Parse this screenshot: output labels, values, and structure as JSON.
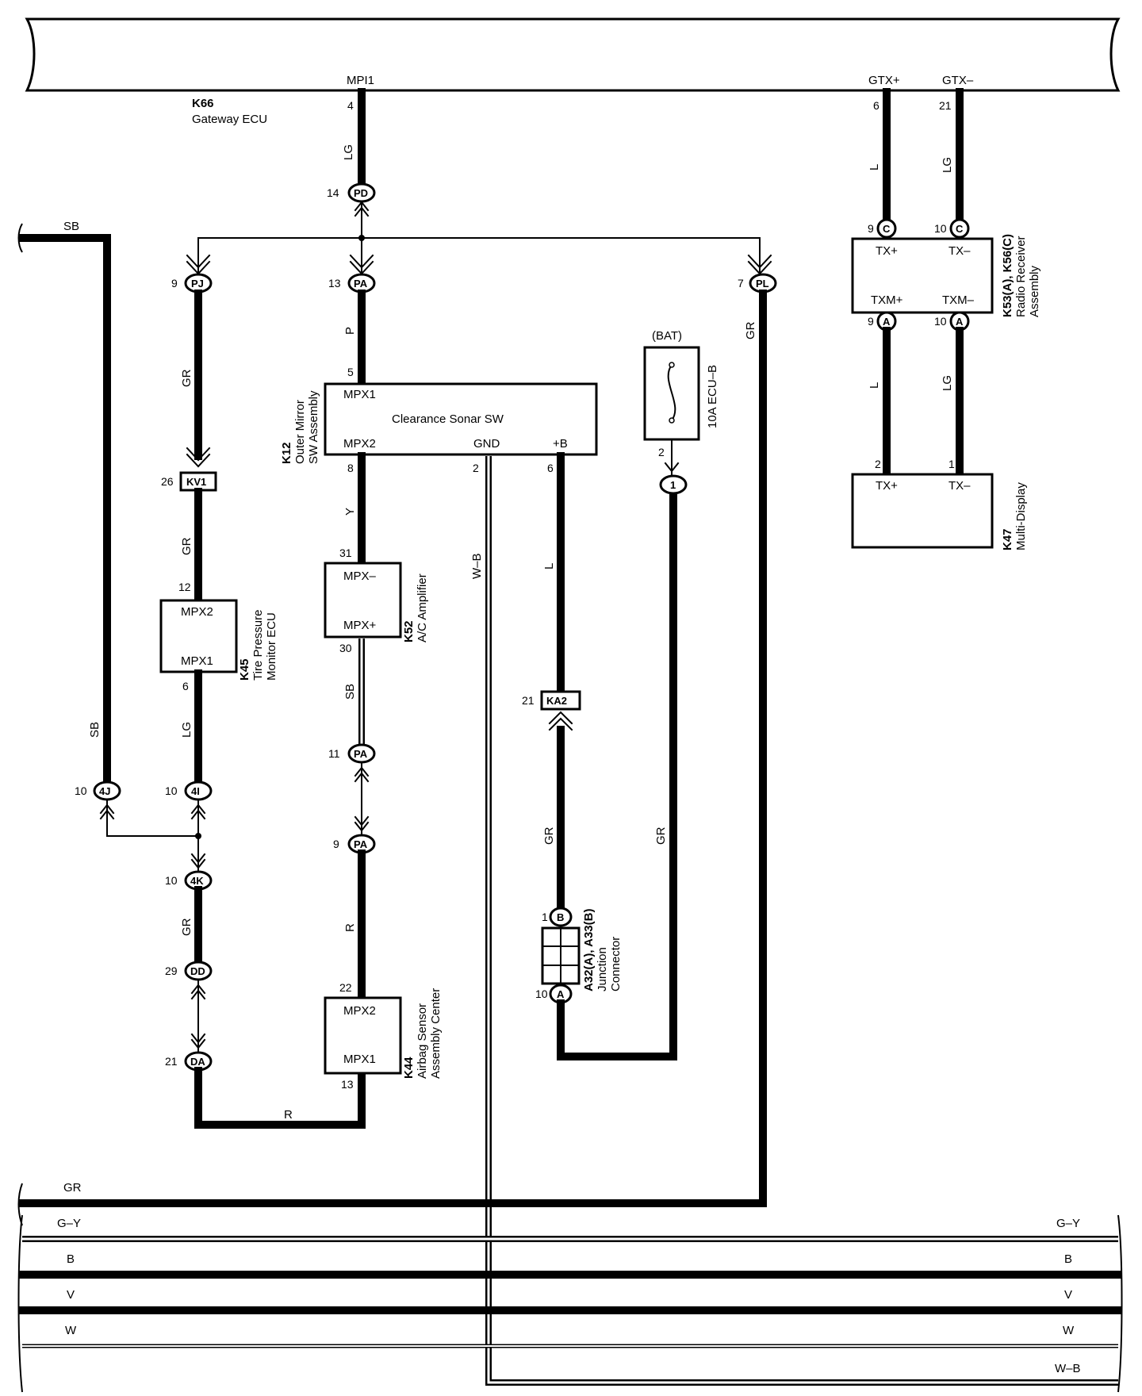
{
  "components": {
    "gateway": {
      "id": "K66",
      "name": "Gateway ECU",
      "mpi": "MPI1",
      "gtx_plus": "GTX+",
      "gtx_minus": "GTX–"
    },
    "clearance_sonar": {
      "id": "K12",
      "name": "Outer Mirror",
      "name2": "SW Assembly",
      "title": "Clearance Sonar SW",
      "mpx1": "MPX1",
      "mpx2": "MPX2",
      "gnd": "GND",
      "b": "+B"
    },
    "tire_pressure": {
      "id": "K45",
      "name": "Tire Pressure",
      "name2": "Monitor ECU",
      "mpx2": "MPX2",
      "mpx1": "MPX1"
    },
    "ac_amplifier": {
      "id": "K52",
      "name": "A/C Amplifier",
      "mpx_minus": "MPX–",
      "mpx_plus": "MPX+"
    },
    "airbag": {
      "id": "K44",
      "name": "Airbag Sensor",
      "name2": "Assembly Center",
      "mpx2": "MPX2",
      "mpx1": "MPX1"
    },
    "radio": {
      "id": "K53(A), K56(C)",
      "name": "Radio Receiver",
      "name2": "Assembly",
      "tx_plus": "TX+",
      "tx_minus": "TX–",
      "txm_plus": "TXM+",
      "txm_minus": "TXM–"
    },
    "multi_display": {
      "id": "K47",
      "name": "Multi-Display",
      "tx_plus": "TX+",
      "tx_minus": "TX–"
    },
    "junction": {
      "id": "A32(A), A33(B)",
      "name": "Junction",
      "name2": "Connector"
    },
    "fuse": {
      "bat": "(BAT)",
      "label": "10A ECU–B"
    }
  },
  "connectors": {
    "pd": "PD",
    "pa": "PA",
    "pj": "PJ",
    "pl": "PL",
    "kv1": "KV1",
    "ka2": "KA2",
    "c": "C",
    "a": "A",
    "b": "B",
    "j4": "4J",
    "i4": "4I",
    "k4": "4K",
    "dd": "DD",
    "da": "DA",
    "one": "1"
  },
  "pins": {
    "p4": "4",
    "p14": "14",
    "p13": "13",
    "p9": "9",
    "p7": "7",
    "p5": "5",
    "p8": "8",
    "p2": "2",
    "p6": "6",
    "p26": "26",
    "p12": "12",
    "p31": "31",
    "p30": "30",
    "p11": "11",
    "p21": "21",
    "p10": "10",
    "p29": "29",
    "p22": "22",
    "p13b": "13",
    "p1": "1",
    "p6b": "6",
    "p21b": "21",
    "p9c": "9",
    "p10c": "10",
    "p9a": "9",
    "p10a": "10",
    "p2md": "2",
    "p1md": "1",
    "p2f": "2",
    "p1j": "1",
    "p10j": "10",
    "p10_4j": "10",
    "p10_4i": "10",
    "p10_4k": "10",
    "p9pa": "9",
    "p21da": "21"
  },
  "wire_colors": {
    "lg": "LG",
    "p": "P",
    "gr": "GR",
    "y": "Y",
    "sb": "SB",
    "r": "R",
    "wb": "W–B",
    "l": "L",
    "gy": "G–Y",
    "b": "B",
    "v": "V",
    "w": "W"
  }
}
